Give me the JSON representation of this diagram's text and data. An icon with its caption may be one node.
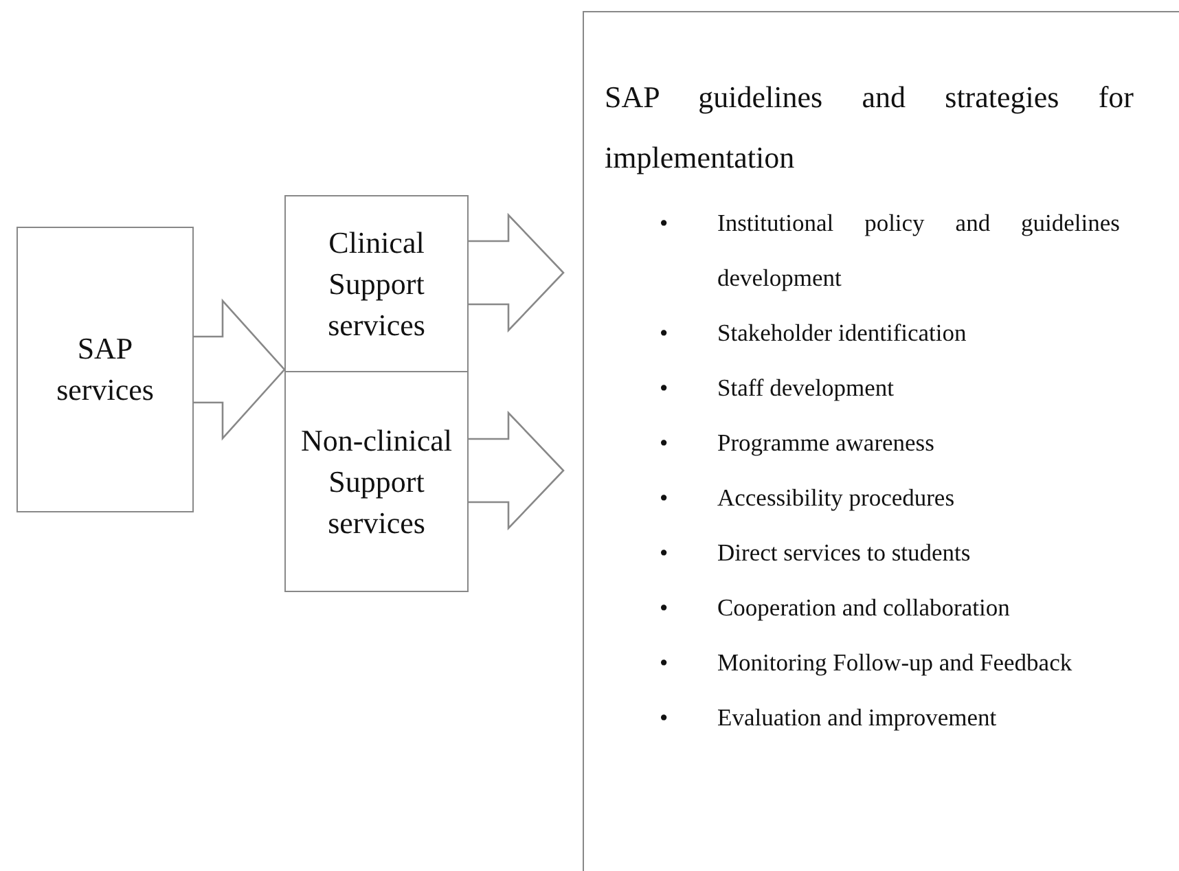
{
  "diagram": {
    "nodes": [
      {
        "text": [
          "SAP services"
        ]
      },
      {
        "text": [
          "Clinical Support services"
        ]
      },
      {
        "text": [
          "Non-clinical Support services"
        ]
      },
      {
        "text": [
          "SAP guidelines and strategies for implementation",
          "•",
          "Institutional policy and guidelines development",
          "•",
          "Stakeholder identification",
          "•",
          "Staff development",
          "•",
          "Programme awareness",
          "•",
          "Accessibility procedures",
          "•",
          "Direct services to students",
          "•",
          "Cooperation and collaboration",
          "•",
          "Monitoring Follow-up and Feedback",
          "•",
          "Evaluation and improvement"
        ]
      }
    ],
    "edges": [
      {
        "from": 0,
        "to": 1,
        "arrow": "to"
      },
      {
        "from": 0,
        "to": 2,
        "arrow": "to"
      },
      {
        "from": 1,
        "to": 3,
        "arrow": "to"
      },
      {
        "from": 2,
        "to": 3,
        "arrow": "to"
      }
    ]
  }
}
